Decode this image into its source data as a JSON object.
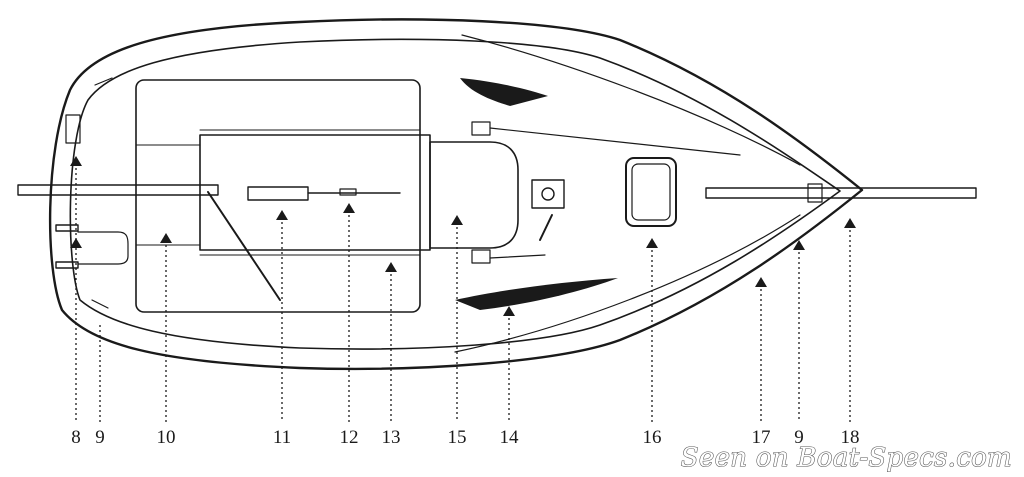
{
  "diagram": {
    "callouts": [
      {
        "id": "c8a",
        "label": "8"
      },
      {
        "id": "c9a",
        "label": "9"
      },
      {
        "id": "c10",
        "label": "10"
      },
      {
        "id": "c11",
        "label": "11"
      },
      {
        "id": "c12",
        "label": "12"
      },
      {
        "id": "c13",
        "label": "13"
      },
      {
        "id": "c15",
        "label": "15"
      },
      {
        "id": "c14",
        "label": "14"
      },
      {
        "id": "c16",
        "label": "16"
      },
      {
        "id": "c17",
        "label": "17"
      },
      {
        "id": "c9b",
        "label": "9"
      },
      {
        "id": "c18",
        "label": "18"
      }
    ],
    "watermark": "Seen on Boat-Specs.com",
    "colors": {
      "ink": "#1a1a1a",
      "background": "#ffffff",
      "watermark_stroke": "#555555"
    }
  }
}
